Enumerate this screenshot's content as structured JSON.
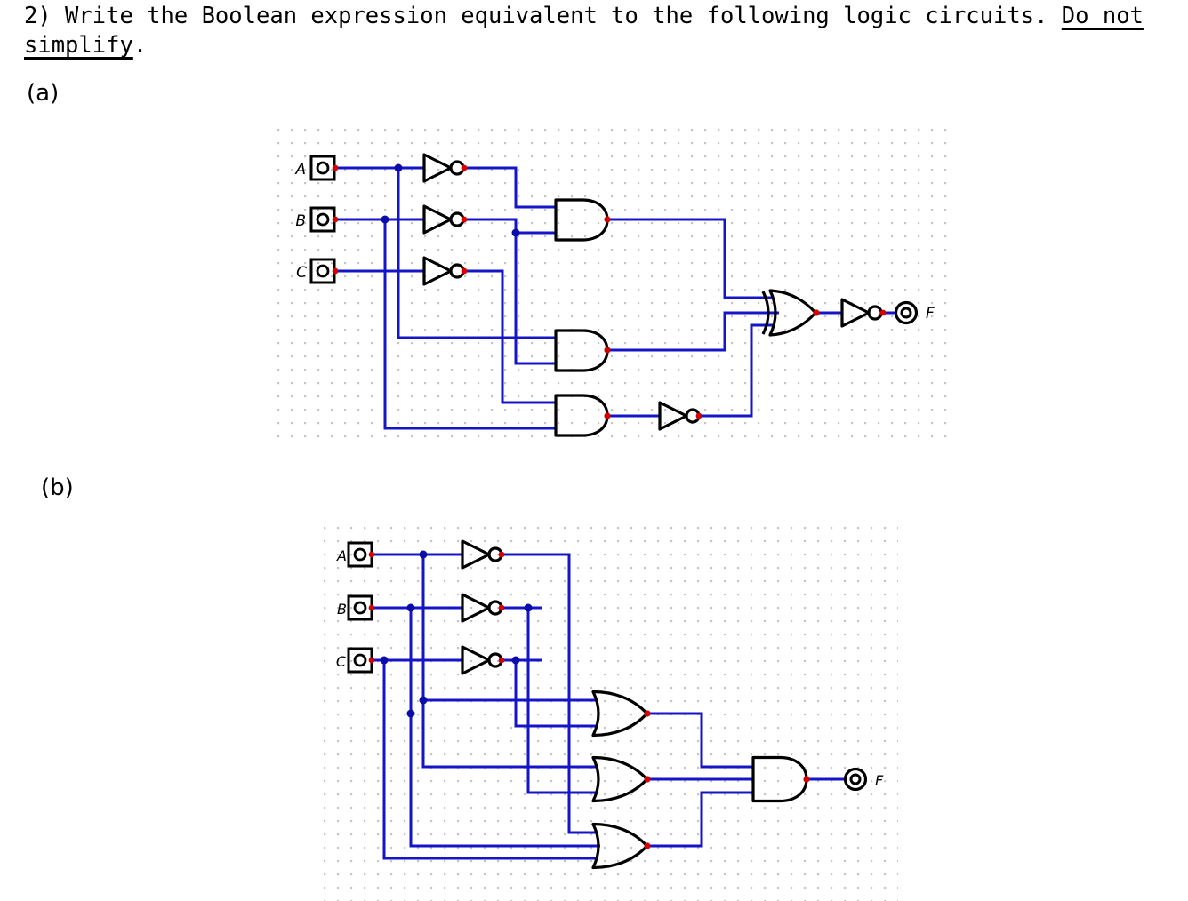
{
  "title": {
    "line1_text": "2) Write the Boolean expression equivalent to the following logic circuits. ",
    "line1_underline": "Do not",
    "line2_underline": "simplify",
    "line2_suffix": "."
  },
  "sections": {
    "a_label": "(a)",
    "b_label": "(b)"
  },
  "colors": {
    "wire": "#1414c8",
    "junction_dot": "#0c0caa",
    "connection_dot": "#d40000",
    "gate_outline": "#000000",
    "grid_dot": "#c4c4c4",
    "background": "#ffffff"
  },
  "circuit_a": {
    "inputs": [
      {
        "label": "A"
      },
      {
        "label": "B"
      },
      {
        "label": "C"
      }
    ],
    "output": {
      "label": "F"
    },
    "gates": [
      {
        "type": "NOT",
        "input": "A"
      },
      {
        "type": "NOT",
        "input": "B"
      },
      {
        "type": "NOT",
        "input": "C"
      },
      {
        "type": "AND",
        "inputs": [
          "NOT A",
          "NOT B"
        ]
      },
      {
        "type": "AND",
        "inputs": [
          "A",
          "NOT B"
        ]
      },
      {
        "type": "AND",
        "inputs": [
          "NOT C",
          "B"
        ]
      },
      {
        "type": "NOT",
        "input": "AND(NOT C, B)"
      },
      {
        "type": "XOR",
        "inputs": [
          "AND(NOT A, NOT B)",
          "AND(A, NOT B)",
          "NOT(AND(NOT C, B))"
        ]
      },
      {
        "type": "NOT",
        "input": "XOR output"
      },
      {
        "type": "OUTPUT_PIN",
        "label": "F"
      }
    ]
  },
  "circuit_b": {
    "inputs": [
      {
        "label": "A"
      },
      {
        "label": "B"
      },
      {
        "label": "C"
      }
    ],
    "output": {
      "label": "F"
    },
    "gates": [
      {
        "type": "NOT",
        "input": "A"
      },
      {
        "type": "NOT",
        "input": "B"
      },
      {
        "type": "NOT",
        "input": "C"
      },
      {
        "type": "OR",
        "inputs": [
          "A",
          "B",
          "NOT C"
        ]
      },
      {
        "type": "OR",
        "inputs": [
          "A",
          "NOT B"
        ]
      },
      {
        "type": "OR",
        "inputs": [
          "NOT A",
          "B",
          "C"
        ]
      },
      {
        "type": "AND",
        "inputs": [
          "OR(A,B,NOT C)",
          "OR(A,NOT B)",
          "OR(NOT A,B,C)"
        ]
      },
      {
        "type": "OUTPUT_PIN",
        "label": "F"
      }
    ]
  }
}
